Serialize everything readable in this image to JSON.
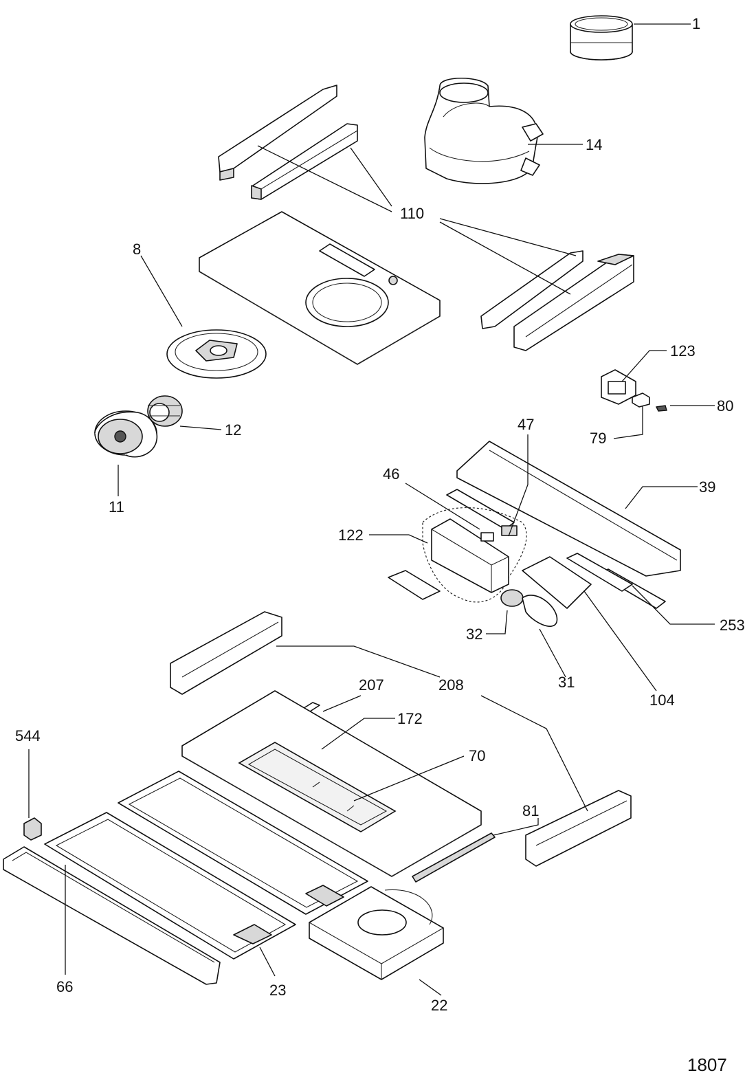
{
  "diagram": {
    "callouts": {
      "c1": "1",
      "c14": "14",
      "c110": "110",
      "c8": "8",
      "c12": "12",
      "c11": "11",
      "c123": "123",
      "c80": "80",
      "c79": "79",
      "c47": "47",
      "c46": "46",
      "c39": "39",
      "c122": "122",
      "c253": "253",
      "c32": "32",
      "c31": "31",
      "c104": "104",
      "c207": "207",
      "c208": "208",
      "c172": "172",
      "c70": "70",
      "c544": "544",
      "c81": "81",
      "c66": "66",
      "c23": "23",
      "c22": "22"
    },
    "figure_number": "1807"
  }
}
